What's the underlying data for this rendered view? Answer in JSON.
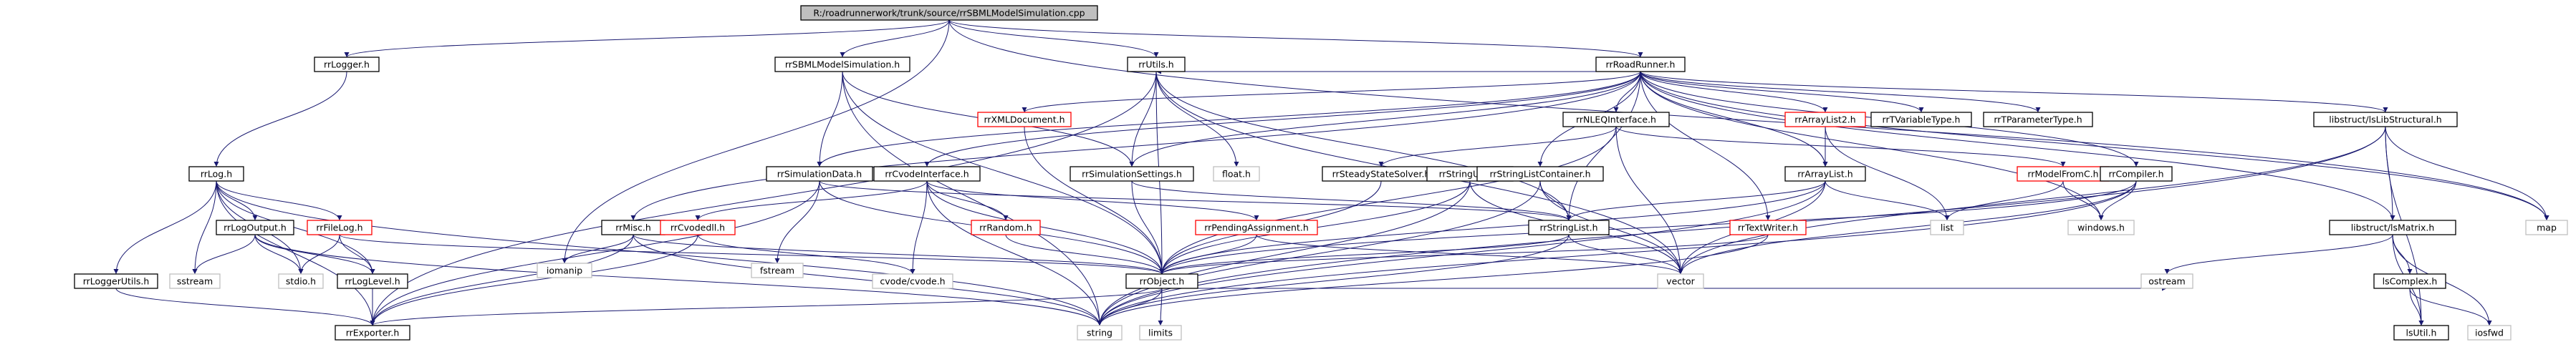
{
  "root": {
    "label": "R:/roadrunnerwork/trunk/source/rrSBMLModelSimulation.cpp"
  },
  "colors": {
    "edge": "#191970",
    "root_fill": "#bfbfbf",
    "documented_border": "#000000",
    "undocumented_border": "#ff0000",
    "external_border": "#bfbfbf"
  },
  "nodes": [
    {
      "id": "root",
      "label": "R:/roadrunnerwork/trunk/source/rrSBMLModelSimulation.cpp",
      "kind": "root"
    },
    {
      "id": "rrLogger_h",
      "label": "rrLogger.h",
      "kind": "plain"
    },
    {
      "id": "rrRoadRunner_h",
      "label": "rrRoadRunner.h",
      "kind": "plain"
    },
    {
      "id": "rrSBMLModelSimulation_h",
      "label": "rrSBMLModelSimulation.h",
      "kind": "plain"
    },
    {
      "id": "rrUtils_h",
      "label": "rrUtils.h",
      "kind": "plain"
    },
    {
      "id": "rrXMLDocument_h",
      "label": "rrXMLDocument.h",
      "kind": "red"
    },
    {
      "id": "rrNLEQInterface_h",
      "label": "rrNLEQInterface.h",
      "kind": "plain"
    },
    {
      "id": "rrArrayList2_h",
      "label": "rrArrayList2.h",
      "kind": "red"
    },
    {
      "id": "rrTVariableType_h",
      "label": "rrTVariableType.h",
      "kind": "plain"
    },
    {
      "id": "rrTParameterType_h",
      "label": "rrTParameterType.h",
      "kind": "plain"
    },
    {
      "id": "libstructLibStructural_h",
      "label": "libstruct/lsLibStructural.h",
      "kind": "plain"
    },
    {
      "id": "rrLog_h",
      "label": "rrLog.h",
      "kind": "plain"
    },
    {
      "id": "rrSimulationData_h",
      "label": "rrSimulationData.h",
      "kind": "plain"
    },
    {
      "id": "rrCvodeInterface_h",
      "label": "rrCvodeInterface.h",
      "kind": "plain"
    },
    {
      "id": "rrSimulationSettings_h",
      "label": "rrSimulationSettings.h",
      "kind": "plain"
    },
    {
      "id": "float_h",
      "label": "float.h",
      "kind": "gray"
    },
    {
      "id": "rrSteadyStateSolver_h",
      "label": "rrSteadyStateSolver.h",
      "kind": "plain"
    },
    {
      "id": "rrStringUtils_h",
      "label": "rrStringUtils.h",
      "kind": "plain"
    },
    {
      "id": "rrArrayList_h",
      "label": "rrArrayList.h",
      "kind": "plain"
    },
    {
      "id": "rrModelFromC_h",
      "label": "rrModelFromC.h",
      "kind": "red"
    },
    {
      "id": "rrCompiler_h",
      "label": "rrCompiler.h",
      "kind": "plain"
    },
    {
      "id": "map",
      "label": "map",
      "kind": "gray"
    },
    {
      "id": "rrStringListContainer_h",
      "label": "rrStringListContainer.h",
      "kind": "plain"
    },
    {
      "id": "libstructLsMatrix_h",
      "label": "libstruct/lsMatrix.h",
      "kind": "plain"
    },
    {
      "id": "rrLogOutput_h",
      "label": "rrLogOutput.h",
      "kind": "plain"
    },
    {
      "id": "rrFileLog_h",
      "label": "rrFileLog.h",
      "kind": "red"
    },
    {
      "id": "rrMisc_h",
      "label": "rrMisc.h",
      "kind": "plain"
    },
    {
      "id": "fstream",
      "label": "fstream",
      "kind": "gray"
    },
    {
      "id": "rrCvodedll_h",
      "label": "rrCvodedll.h",
      "kind": "red"
    },
    {
      "id": "rrRandom_h",
      "label": "rrRandom.h",
      "kind": "red"
    },
    {
      "id": "rrPendingAssignment_h",
      "label": "rrPendingAssignment.h",
      "kind": "red"
    },
    {
      "id": "rrStringList_h",
      "label": "rrStringList.h",
      "kind": "plain"
    },
    {
      "id": "rrTextWriter_h",
      "label": "rrTextWriter.h",
      "kind": "red"
    },
    {
      "id": "list",
      "label": "list",
      "kind": "gray"
    },
    {
      "id": "windows_h",
      "label": "windows.h",
      "kind": "gray"
    },
    {
      "id": "rrLoggerUtils_h",
      "label": "rrLoggerUtils.h",
      "kind": "plain"
    },
    {
      "id": "sstream",
      "label": "sstream",
      "kind": "gray"
    },
    {
      "id": "stdio_h",
      "label": "stdio.h",
      "kind": "gray"
    },
    {
      "id": "rrLogLevel_h",
      "label": "rrLogLevel.h",
      "kind": "plain"
    },
    {
      "id": "iomanip",
      "label": "iomanip",
      "kind": "gray"
    },
    {
      "id": "cvode_cvode_h",
      "label": "cvode/cvode.h",
      "kind": "gray"
    },
    {
      "id": "rrObject_h",
      "label": "rrObject.h",
      "kind": "plain"
    },
    {
      "id": "vector",
      "label": "vector",
      "kind": "gray"
    },
    {
      "id": "ostream",
      "label": "ostream",
      "kind": "gray"
    },
    {
      "id": "lsComplex_h",
      "label": "lsComplex.h",
      "kind": "plain"
    },
    {
      "id": "rrExporter_h",
      "label": "rrExporter.h",
      "kind": "plain"
    },
    {
      "id": "string",
      "label": "string",
      "kind": "gray"
    },
    {
      "id": "limits",
      "label": "limits",
      "kind": "gray"
    },
    {
      "id": "lsUtil_h",
      "label": "lsUtil.h",
      "kind": "plain"
    },
    {
      "id": "iosfwd",
      "label": "iosfwd",
      "kind": "gray"
    }
  ],
  "edges": [
    [
      "root",
      "rrLogger_h"
    ],
    [
      "root",
      "rrRoadRunner_h"
    ],
    [
      "root",
      "rrSBMLModelSimulation_h"
    ],
    [
      "root",
      "rrUtils_h"
    ],
    [
      "root",
      "map"
    ],
    [
      "root",
      "iomanip"
    ],
    [
      "rrLogger_h",
      "rrLog_h"
    ],
    [
      "rrRoadRunner_h",
      "rrXMLDocument_h"
    ],
    [
      "rrRoadRunner_h",
      "rrNLEQInterface_h"
    ],
    [
      "rrRoadRunner_h",
      "rrArrayList2_h"
    ],
    [
      "rrRoadRunner_h",
      "rrTVariableType_h"
    ],
    [
      "rrRoadRunner_h",
      "rrTParameterType_h"
    ],
    [
      "rrRoadRunner_h",
      "libstructLibStructural_h"
    ],
    [
      "rrRoadRunner_h",
      "rrCompiler_h"
    ],
    [
      "rrRoadRunner_h",
      "rrSimulationData_h"
    ],
    [
      "rrRoadRunner_h",
      "rrCvodeInterface_h"
    ],
    [
      "rrRoadRunner_h",
      "rrSimulationSettings_h"
    ],
    [
      "rrRoadRunner_h",
      "rrMisc_h"
    ],
    [
      "rrRoadRunner_h",
      "rrStringListContainer_h"
    ],
    [
      "rrRoadRunner_h",
      "rrArrayList_h"
    ],
    [
      "rrRoadRunner_h",
      "rrTextWriter_h"
    ],
    [
      "rrRoadRunner_h",
      "rrUtils_h"
    ],
    [
      "rrRoadRunner_h",
      "libstructLsMatrix_h"
    ],
    [
      "rrRoadRunner_h",
      "rrStringList_h"
    ],
    [
      "rrRoadRunner_h",
      "windows_h"
    ],
    [
      "rrRoadRunner_h",
      "map"
    ],
    [
      "rrSBMLModelSimulation_h",
      "rrSimulationData_h"
    ],
    [
      "rrSBMLModelSimulation_h",
      "rrSimulationSettings_h"
    ],
    [
      "rrSBMLModelSimulation_h",
      "rrObject_h"
    ],
    [
      "rrSBMLModelSimulation_h",
      "string"
    ],
    [
      "rrUtils_h",
      "float_h"
    ],
    [
      "rrUtils_h",
      "rrSimulationSettings_h"
    ],
    [
      "rrUtils_h",
      "rrStringList_h"
    ],
    [
      "rrUtils_h",
      "vector"
    ],
    [
      "rrUtils_h",
      "rrExporter_h"
    ],
    [
      "rrUtils_h",
      "rrObject_h"
    ],
    [
      "rrXMLDocument_h",
      "rrObject_h"
    ],
    [
      "rrNLEQInterface_h",
      "rrSteadyStateSolver_h"
    ],
    [
      "rrNLEQInterface_h",
      "rrModelFromC_h"
    ],
    [
      "rrNLEQInterface_h",
      "rrObject_h"
    ],
    [
      "rrNLEQInterface_h",
      "vector"
    ],
    [
      "rrArrayList2_h",
      "rrArrayList_h"
    ],
    [
      "rrArrayList2_h",
      "list"
    ],
    [
      "libstructLibStructural_h",
      "libstructLsMatrix_h"
    ],
    [
      "libstructLibStructural_h",
      "lsUtil_h"
    ],
    [
      "libstructLibStructural_h",
      "map"
    ],
    [
      "libstructLibStructural_h",
      "vector"
    ],
    [
      "libstructLibStructural_h",
      "string"
    ],
    [
      "rrLog_h",
      "rrLogOutput_h"
    ],
    [
      "rrLog_h",
      "rrFileLog_h"
    ],
    [
      "rrLog_h",
      "rrLoggerUtils_h"
    ],
    [
      "rrLog_h",
      "rrLogLevel_h"
    ],
    [
      "rrLog_h",
      "sstream"
    ],
    [
      "rrLog_h",
      "stdio_h"
    ],
    [
      "rrLog_h",
      "rrExporter_h"
    ],
    [
      "rrLog_h",
      "string"
    ],
    [
      "rrSimulationData_h",
      "fstream"
    ],
    [
      "rrSimulationData_h",
      "rrStringList_h"
    ],
    [
      "rrSimulationData_h",
      "rrObject_h"
    ],
    [
      "rrSimulationData_h",
      "rrExporter_h"
    ],
    [
      "rrCvodeInterface_h",
      "rrCvodedll_h"
    ],
    [
      "rrCvodeInterface_h",
      "rrRandom_h"
    ],
    [
      "rrCvodeInterface_h",
      "rrPendingAssignment_h"
    ],
    [
      "rrCvodeInterface_h",
      "cvode_cvode_h"
    ],
    [
      "rrCvodeInterface_h",
      "rrObject_h"
    ],
    [
      "rrCvodeInterface_h",
      "string"
    ],
    [
      "rrSimulationSettings_h",
      "rrObject_h"
    ],
    [
      "rrSimulationSettings_h",
      "rrStringList_h"
    ],
    [
      "rrSteadyStateSolver_h",
      "rrObject_h"
    ],
    [
      "rrStringUtils_h",
      "rrObject_h"
    ],
    [
      "rrStringUtils_h",
      "string"
    ],
    [
      "rrStringUtils_h",
      "vector"
    ],
    [
      "rrArrayList_h",
      "rrStringList_h"
    ],
    [
      "rrArrayList_h",
      "vector"
    ],
    [
      "rrArrayList_h",
      "rrObject_h"
    ],
    [
      "rrArrayList_h",
      "string"
    ],
    [
      "rrArrayList_h",
      "list"
    ],
    [
      "rrModelFromC_h",
      "windows_h"
    ],
    [
      "rrModelFromC_h",
      "list"
    ],
    [
      "rrCompiler_h",
      "windows_h"
    ],
    [
      "rrCompiler_h",
      "rrObject_h"
    ],
    [
      "rrCompiler_h",
      "vector"
    ],
    [
      "rrCompiler_h",
      "string"
    ],
    [
      "rrStringListContainer_h",
      "rrStringList_h"
    ],
    [
      "rrStringListContainer_h",
      "vector"
    ],
    [
      "rrStringListContainer_h",
      "string"
    ],
    [
      "libstructLsMatrix_h",
      "lsComplex_h"
    ],
    [
      "libstructLsMatrix_h",
      "lsUtil_h"
    ],
    [
      "libstructLsMatrix_h",
      "ostream"
    ],
    [
      "libstructLsMatrix_h",
      "iosfwd"
    ],
    [
      "rrLogOutput_h",
      "sstream"
    ],
    [
      "rrLogOutput_h",
      "stdio_h"
    ],
    [
      "rrLogOutput_h",
      "rrLogLevel_h"
    ],
    [
      "rrLogOutput_h",
      "string"
    ],
    [
      "rrFileLog_h",
      "rrLogLevel_h"
    ],
    [
      "rrFileLog_h",
      "stdio_h"
    ],
    [
      "rrFileLog_h",
      "rrObject_h"
    ],
    [
      "rrMisc_h",
      "iomanip"
    ],
    [
      "rrMisc_h",
      "rrObject_h"
    ],
    [
      "rrMisc_h",
      "string"
    ],
    [
      "rrMisc_h",
      "rrExporter_h"
    ],
    [
      "rrCvodedll_h",
      "rrExporter_h"
    ],
    [
      "rrCvodedll_h",
      "cvode_cvode_h"
    ],
    [
      "rrRandom_h",
      "rrObject_h"
    ],
    [
      "rrPendingAssignment_h",
      "rrObject_h"
    ],
    [
      "rrPendingAssignment_h",
      "vector"
    ],
    [
      "rrStringList_h",
      "rrObject_h"
    ],
    [
      "rrStringList_h",
      "string"
    ],
    [
      "rrStringList_h",
      "vector"
    ],
    [
      "rrTextWriter_h",
      "rrObject_h"
    ],
    [
      "rrTextWriter_h",
      "string"
    ],
    [
      "rrLoggerUtils_h",
      "rrExporter_h"
    ],
    [
      "rrLogLevel_h",
      "rrExporter_h"
    ],
    [
      "rrObject_h",
      "rrExporter_h"
    ],
    [
      "rrObject_h",
      "string"
    ],
    [
      "rrObject_h",
      "limits"
    ],
    [
      "rrObject_h",
      "ostream"
    ],
    [
      "lsComplex_h",
      "lsUtil_h"
    ],
    [
      "lsComplex_h",
      "iosfwd"
    ]
  ]
}
